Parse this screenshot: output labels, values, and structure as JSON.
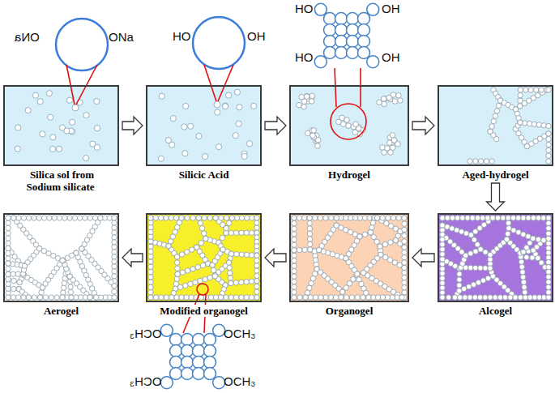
{
  "diagram": {
    "nodes": [
      {
        "text": [
          "Silica sol from Sodium silicate"
        ]
      },
      {
        "text": [
          "Silicic Acid"
        ]
      },
      {
        "text": [
          "Hydrogel"
        ]
      },
      {
        "text": [
          "Aged-hydrogel"
        ]
      },
      {
        "text": [
          "Alcogel"
        ]
      },
      {
        "text": [
          "Organogel"
        ]
      },
      {
        "text": [
          "Modified organogel"
        ]
      },
      {
        "text": [
          "Aerogel"
        ]
      }
    ],
    "edges": [
      {
        "from": 0,
        "to": 1,
        "arrow": "to"
      },
      {
        "from": 1,
        "to": 2,
        "arrow": "to"
      },
      {
        "from": 2,
        "to": 3,
        "arrow": "to"
      },
      {
        "from": 3,
        "to": 4,
        "arrow": "to"
      },
      {
        "from": 4,
        "to": 5,
        "arrow": "to"
      },
      {
        "from": 5,
        "to": 6,
        "arrow": "to"
      },
      {
        "from": 6,
        "to": 7,
        "arrow": "to"
      }
    ],
    "labels": [
      "ONa",
      "ONa",
      "HO",
      "OH",
      "HO",
      "OH",
      "HO",
      "OH",
      "OCH₃",
      "OCH₃",
      "OCH₃",
      "OCH₃"
    ]
  }
}
